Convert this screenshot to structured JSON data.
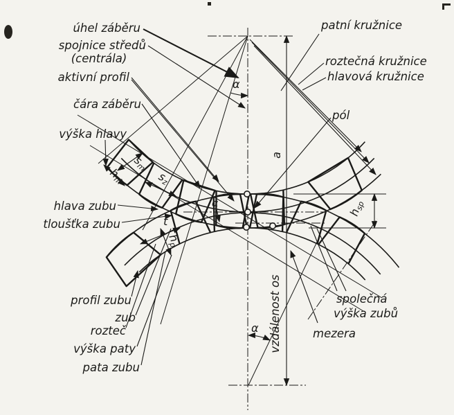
{
  "figure": {
    "kind": "gear-mesh-nomenclature-diagram",
    "language": "cs"
  },
  "labels": {
    "uhel_zaberu": "úhel záběru",
    "spojnice_stredu": "spojnice středů",
    "centrala": "(centrála)",
    "aktivni_profil": "aktivní profil",
    "cara_zaberu": "čára záběru",
    "vyska_hlavy": "výška hlavy",
    "hlava_zubu": "hlava zubu",
    "tloustka_zubu": "tloušťka zubu",
    "profil_zubu": "profil zubu",
    "zub": "zub",
    "roztec": "rozteč",
    "vyska_paty": "výška paty",
    "pata_zubu": "pata zubu",
    "patni_kruznice": "patní kružnice",
    "roztecna_kruznice": "roztečná kružnice",
    "hlavova_kruznice": "hlavová kružnice",
    "pol": "pól",
    "spolecna_vyska_line1": "společná",
    "spolecna_vyska_line2": "výška zubů",
    "mezera": "mezera",
    "vzdalenost_os": "vzdálenost os"
  },
  "dimensions": {
    "a": "a",
    "alpha": "α",
    "t": "t",
    "sm": {
      "base": "s",
      "sub": "m"
    },
    "sz": {
      "base": "s",
      "sub": "z"
    },
    "hm": {
      "base": "h",
      "sub": "m"
    },
    "hp": {
      "base": "h",
      "sub": "p"
    },
    "hsp": {
      "base": "h",
      "sub": "sp"
    }
  },
  "colors": {
    "ink": "#1a1a18",
    "paper": "#f4f3ee"
  }
}
